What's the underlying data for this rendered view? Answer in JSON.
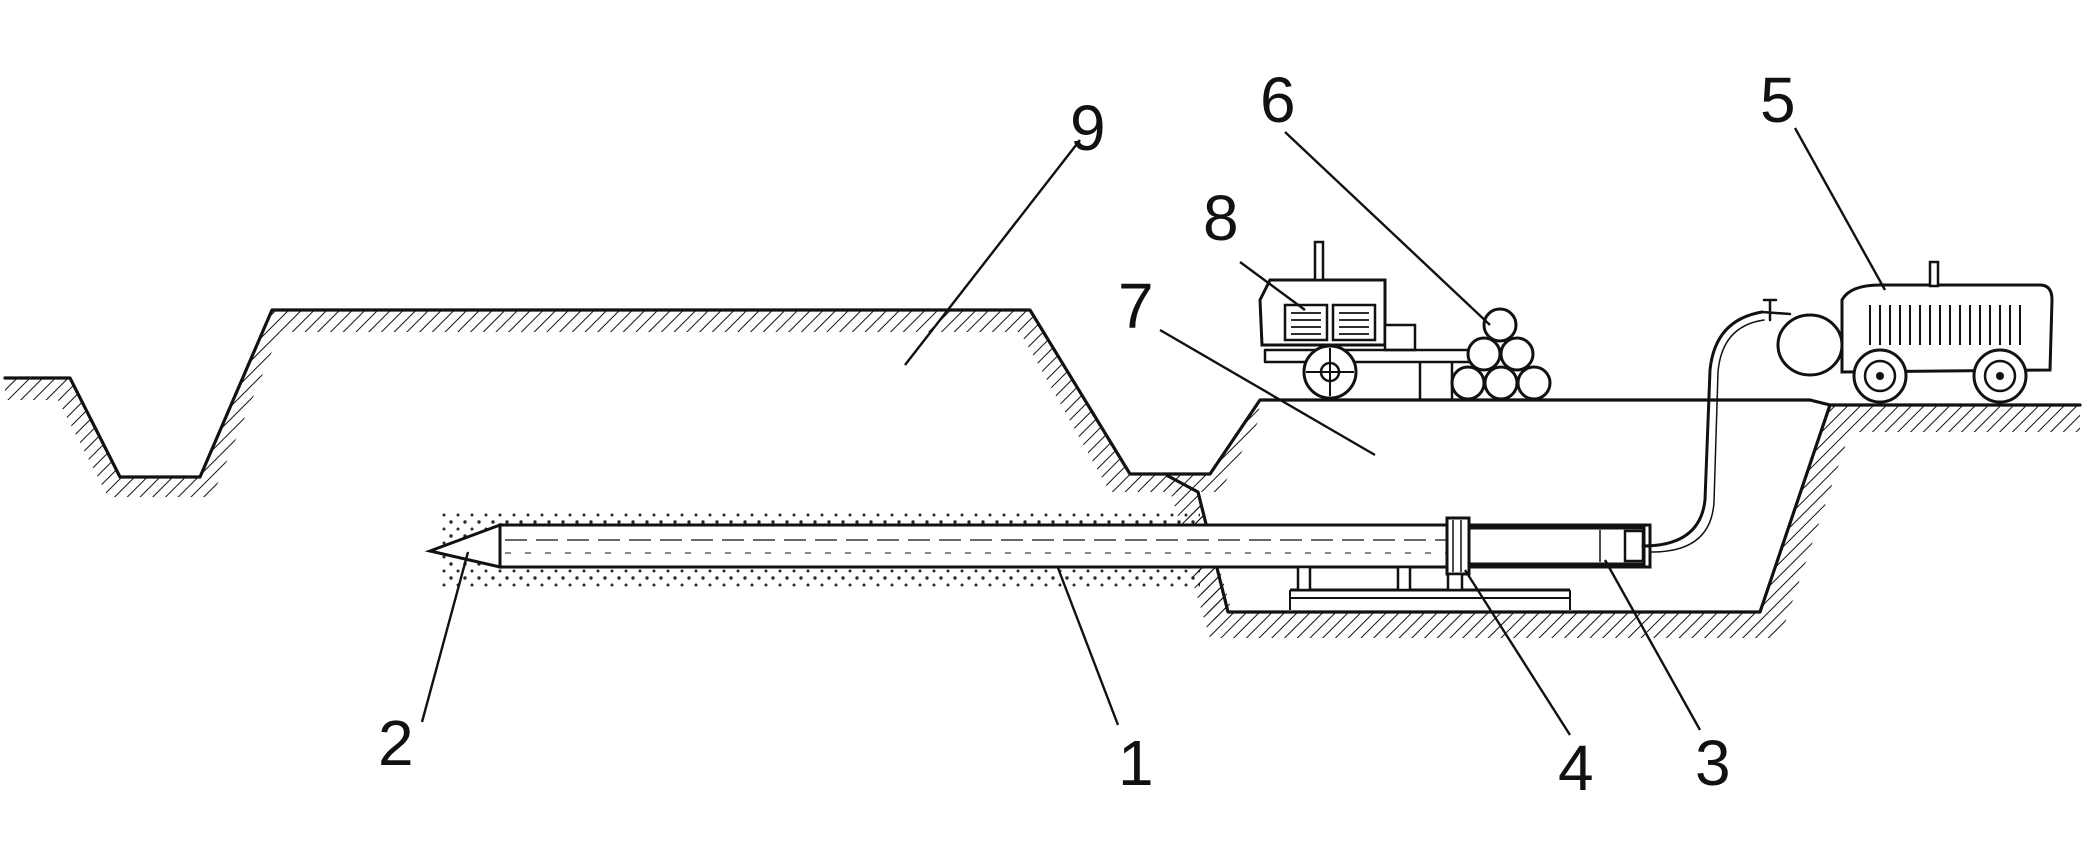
{
  "labels": {
    "l1": "1",
    "l2": "2",
    "l3": "3",
    "l4": "4",
    "l5": "5",
    "l6": "6",
    "l7": "7",
    "l8": "8",
    "l9": "9"
  },
  "colors": {
    "ink": "#111111",
    "background": "#ffffff"
  }
}
